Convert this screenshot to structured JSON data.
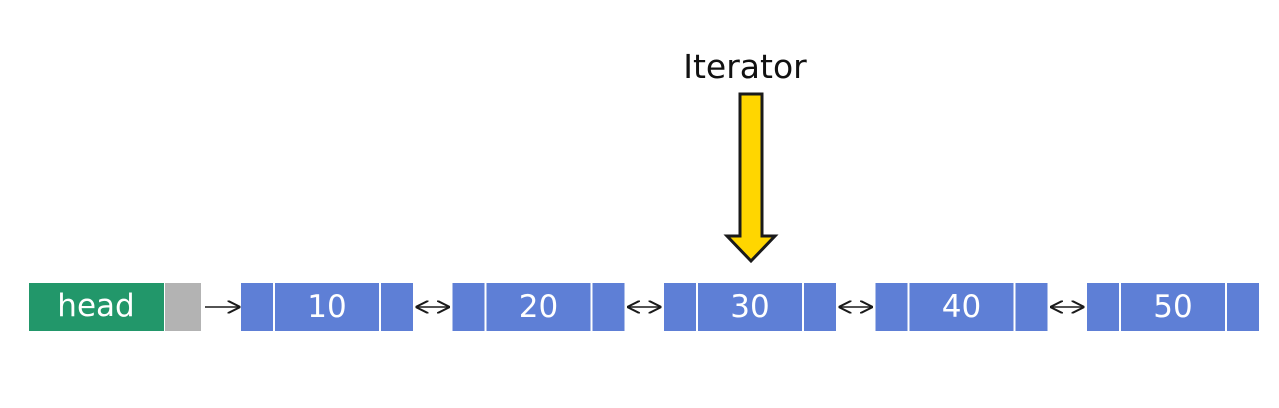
{
  "iterator": {
    "label": "Iterator",
    "points_to_index": 2,
    "fill_color": "#FFD600",
    "stroke_color": "#1a1a1a"
  },
  "head": {
    "label": "head",
    "color": "#22976A",
    "pointer_cell_color": "#B3B3B3"
  },
  "list": {
    "node_color": "#5E7FD6",
    "divider_color": "#FFFFFF",
    "text_color": "#FFFFFF",
    "arrow_color": "#1a1a1a",
    "head_arrow": "single",
    "link_arrow": "double",
    "nodes": [
      {
        "value": "10"
      },
      {
        "value": "20"
      },
      {
        "value": "30"
      },
      {
        "value": "40"
      },
      {
        "value": "50"
      }
    ]
  }
}
